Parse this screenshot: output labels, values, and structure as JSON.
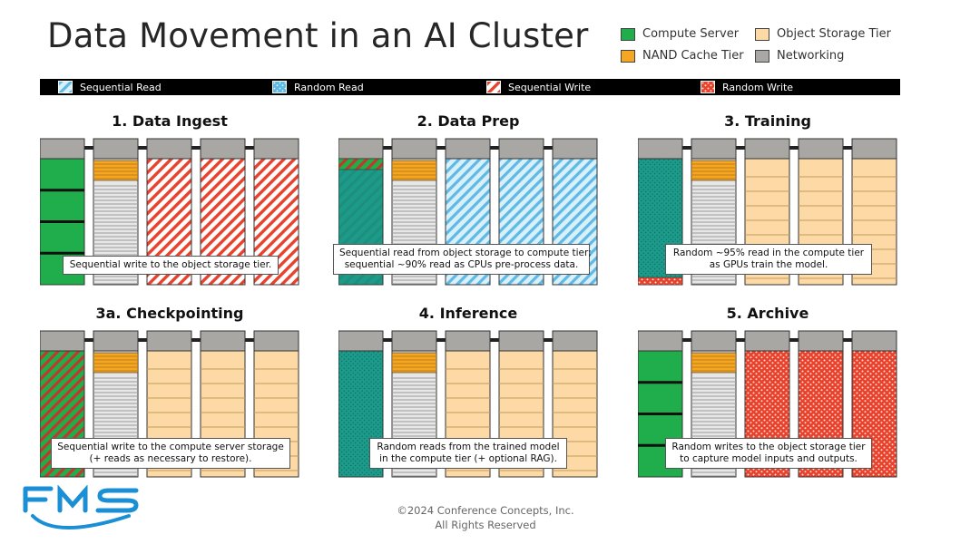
{
  "title": "Data Movement in an AI Cluster",
  "legend": {
    "compute": "Compute Server",
    "nand": "NAND Cache Tier",
    "object": "Object Storage Tier",
    "network": "Networking"
  },
  "patterns": {
    "seq_read": "Sequential Read",
    "rand_read": "Random Read",
    "seq_write": "Sequential Write",
    "rand_write": "Random Write"
  },
  "colors": {
    "compute": "#1fae4b",
    "nand": "#f5a623",
    "object": "#fdd9a5",
    "network": "#a9a7a4",
    "read_blue": "#5fb9e4",
    "write_red": "#e8412c",
    "teal": "#1c9a8a"
  },
  "panels": [
    {
      "heading": "1. Data Ingest",
      "callout": [
        "Sequential write to the object storage tier."
      ]
    },
    {
      "heading": "2. Data Prep",
      "callout": [
        "Sequential read from object storage to compute tier;",
        "sequential ~90% read as CPUs pre-process data."
      ]
    },
    {
      "heading": "3. Training",
      "callout": [
        "Random ~95% read in the compute tier",
        "as GPUs train the model."
      ]
    },
    {
      "heading": "3a. Checkpointing",
      "callout": [
        "Sequential write to the compute server storage",
        "(+ reads as necessary to restore)."
      ]
    },
    {
      "heading": "4. Inference",
      "callout": [
        "Random reads from the trained model",
        "in the compute tier (+ optional RAG)."
      ]
    },
    {
      "heading": "5. Archive",
      "callout": [
        "Random writes to the object storage tier",
        "to capture model inputs and outputs."
      ]
    }
  ],
  "logo_text": "FMS",
  "footer": {
    "line1": "©2024 Conference Concepts, Inc.",
    "line2": "All Rights Reserved"
  }
}
